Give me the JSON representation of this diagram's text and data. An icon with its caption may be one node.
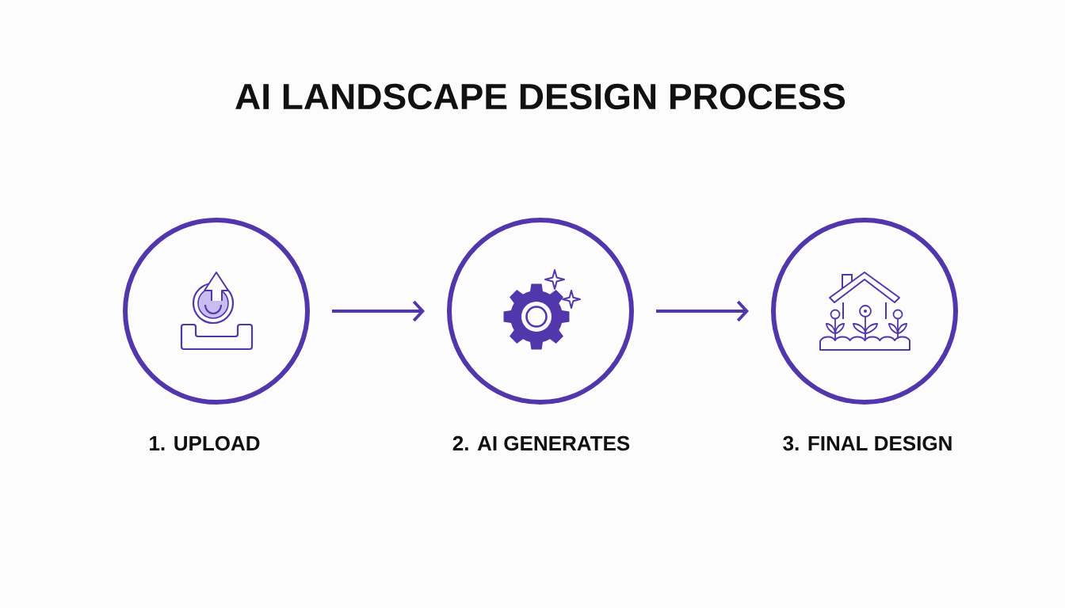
{
  "diagram": {
    "title": "AI LANDSCAPE DESIGN PROCESS",
    "nodes": [
      {
        "text": [
          "1. UPLOAD"
        ]
      },
      {
        "text": [
          "2. AI GENERATES"
        ]
      },
      {
        "text": [
          "3. FINAL DESIGN"
        ]
      }
    ],
    "edges": [
      {
        "from": 0,
        "to": 1,
        "arrow": "to"
      },
      {
        "from": 1,
        "to": 2,
        "arrow": "to"
      }
    ]
  }
}
